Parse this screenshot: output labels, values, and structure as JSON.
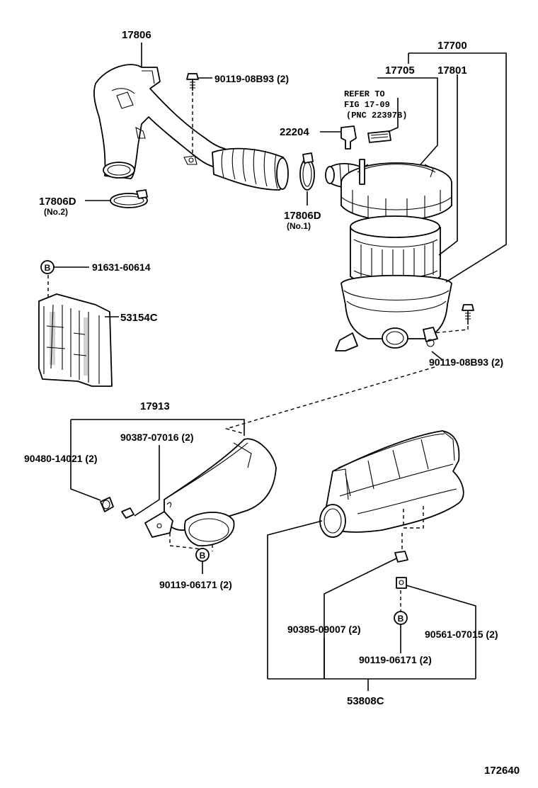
{
  "labels": {
    "p17806": "17806",
    "p90119_08b93_top": "90119-08B93 (2)",
    "p17700": "17700",
    "p17705": "17705",
    "p17801": "17801",
    "refer_line1": "REFER TO",
    "refer_line2": "FIG 17-09",
    "refer_line3": "(PNC 22397B)",
    "p22204": "22204",
    "p17806d_no2": "17806D",
    "p17806d_no2_sub": "(No.2)",
    "p17806d_no1": "17806D",
    "p17806d_no1_sub": "(No.1)",
    "p91631": "91631-60614",
    "p53154c": "53154C",
    "p90119_08b93_right": "90119-08B93 (2)",
    "p17913": "17913",
    "p90387": "90387-07016 (2)",
    "p90480": "90480-14021 (2)",
    "p90119_06171_left": "90119-06171 (2)",
    "p90385": "90385-09007 (2)",
    "p90561": "90561-07015 (2)",
    "p90119_06171_right": "90119-06171 (2)",
    "p53808c": "53808C",
    "figure_number": "172640",
    "callout_b": "B"
  }
}
